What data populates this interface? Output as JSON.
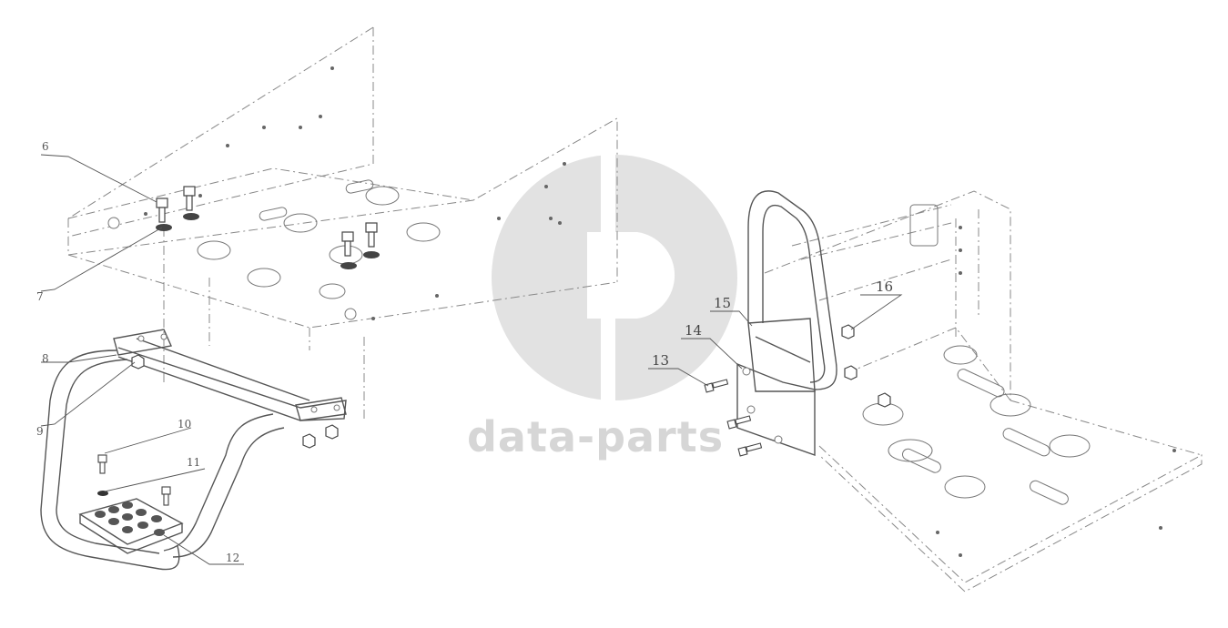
{
  "callouts": {
    "c6": "6",
    "c7": "7",
    "c8": "8",
    "c9": "9",
    "c10": "10",
    "c11": "11",
    "c12": "12",
    "c13": "13",
    "c14": "14",
    "c15": "15",
    "c16": "16"
  },
  "watermark": {
    "text": "data-parts"
  },
  "colors": {
    "watermark": "#d6d6d6",
    "linework": "#555555"
  }
}
